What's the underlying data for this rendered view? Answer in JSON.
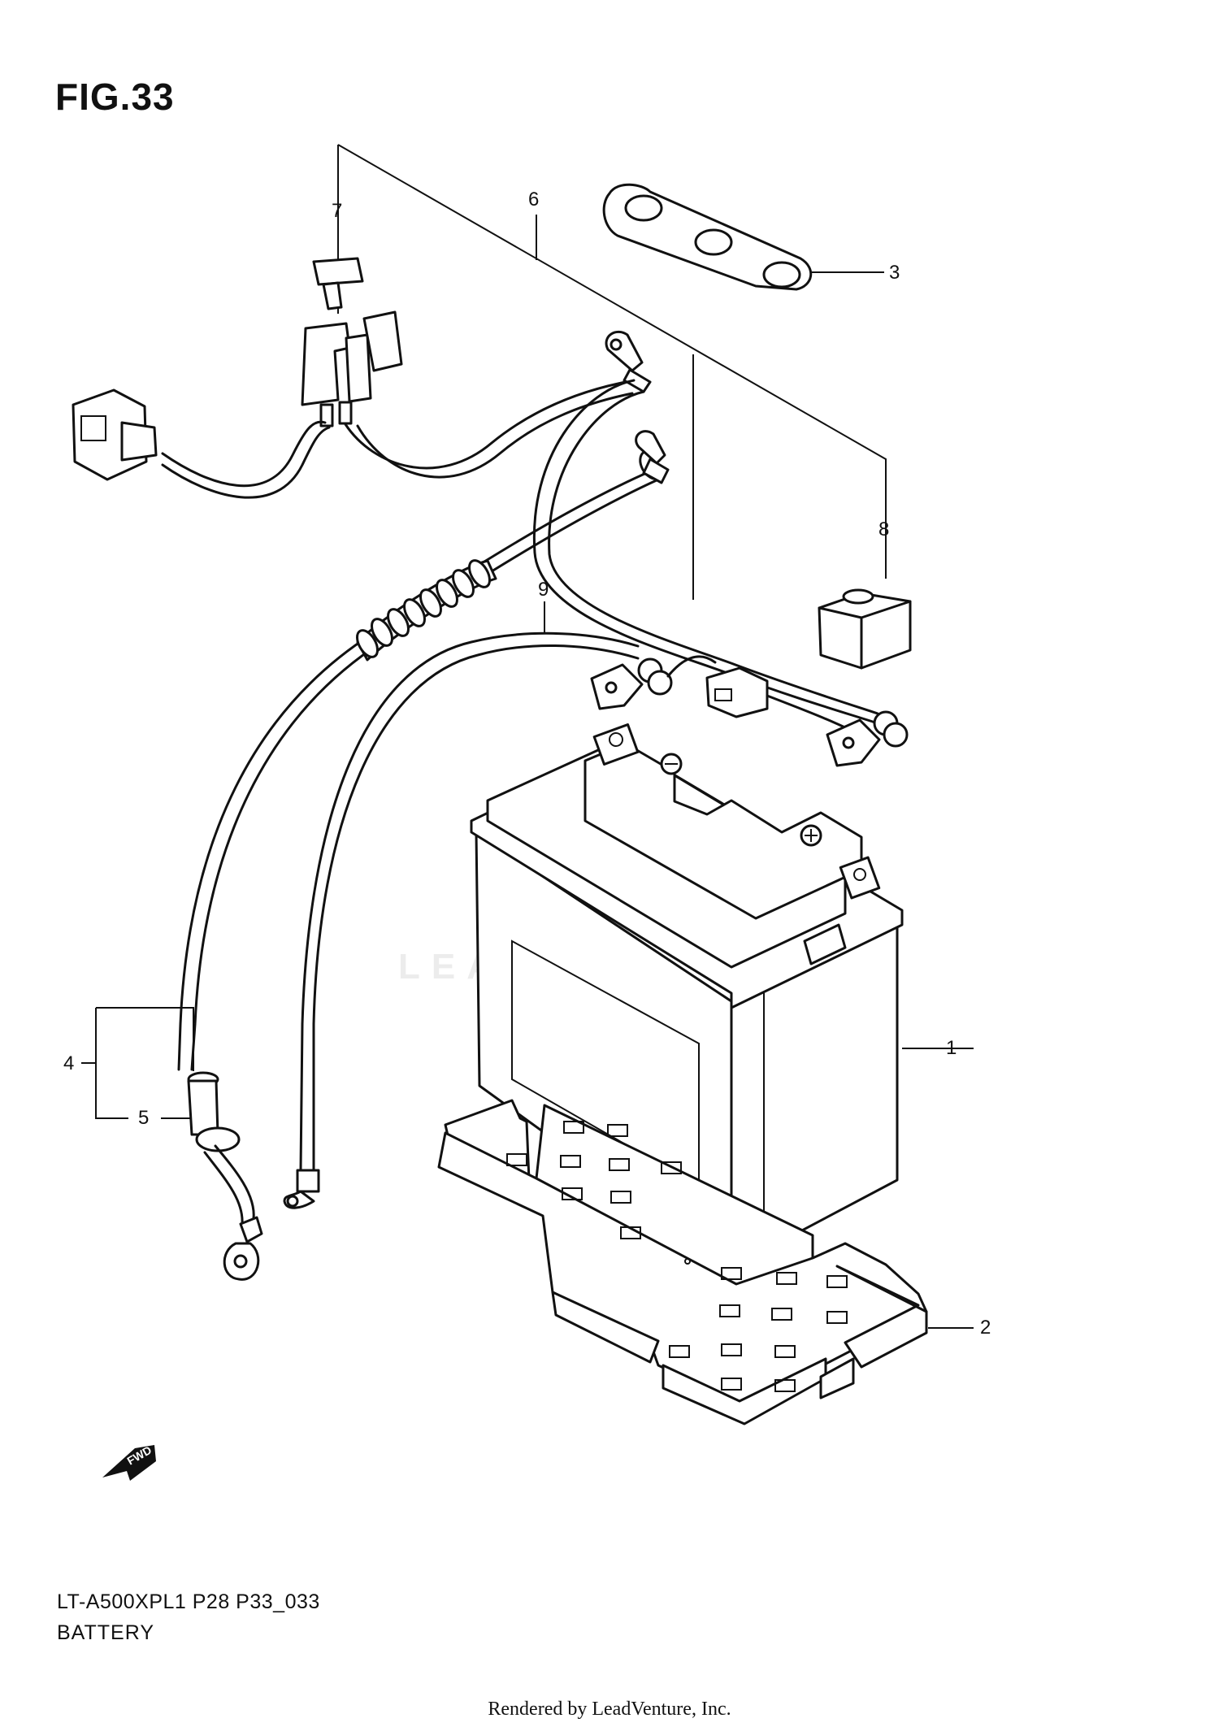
{
  "figure": {
    "title": "FIG.33",
    "model_code": "LT-A500XPL1 P28 P33_033",
    "section_name": "BATTERY",
    "footer": "Rendered by LeadVenture, Inc.",
    "watermark": "LEADVENTURE"
  },
  "callouts": [
    "1",
    "2",
    "3",
    "4",
    "5",
    "6",
    "7",
    "8",
    "9"
  ],
  "fwd_label": "FWD"
}
